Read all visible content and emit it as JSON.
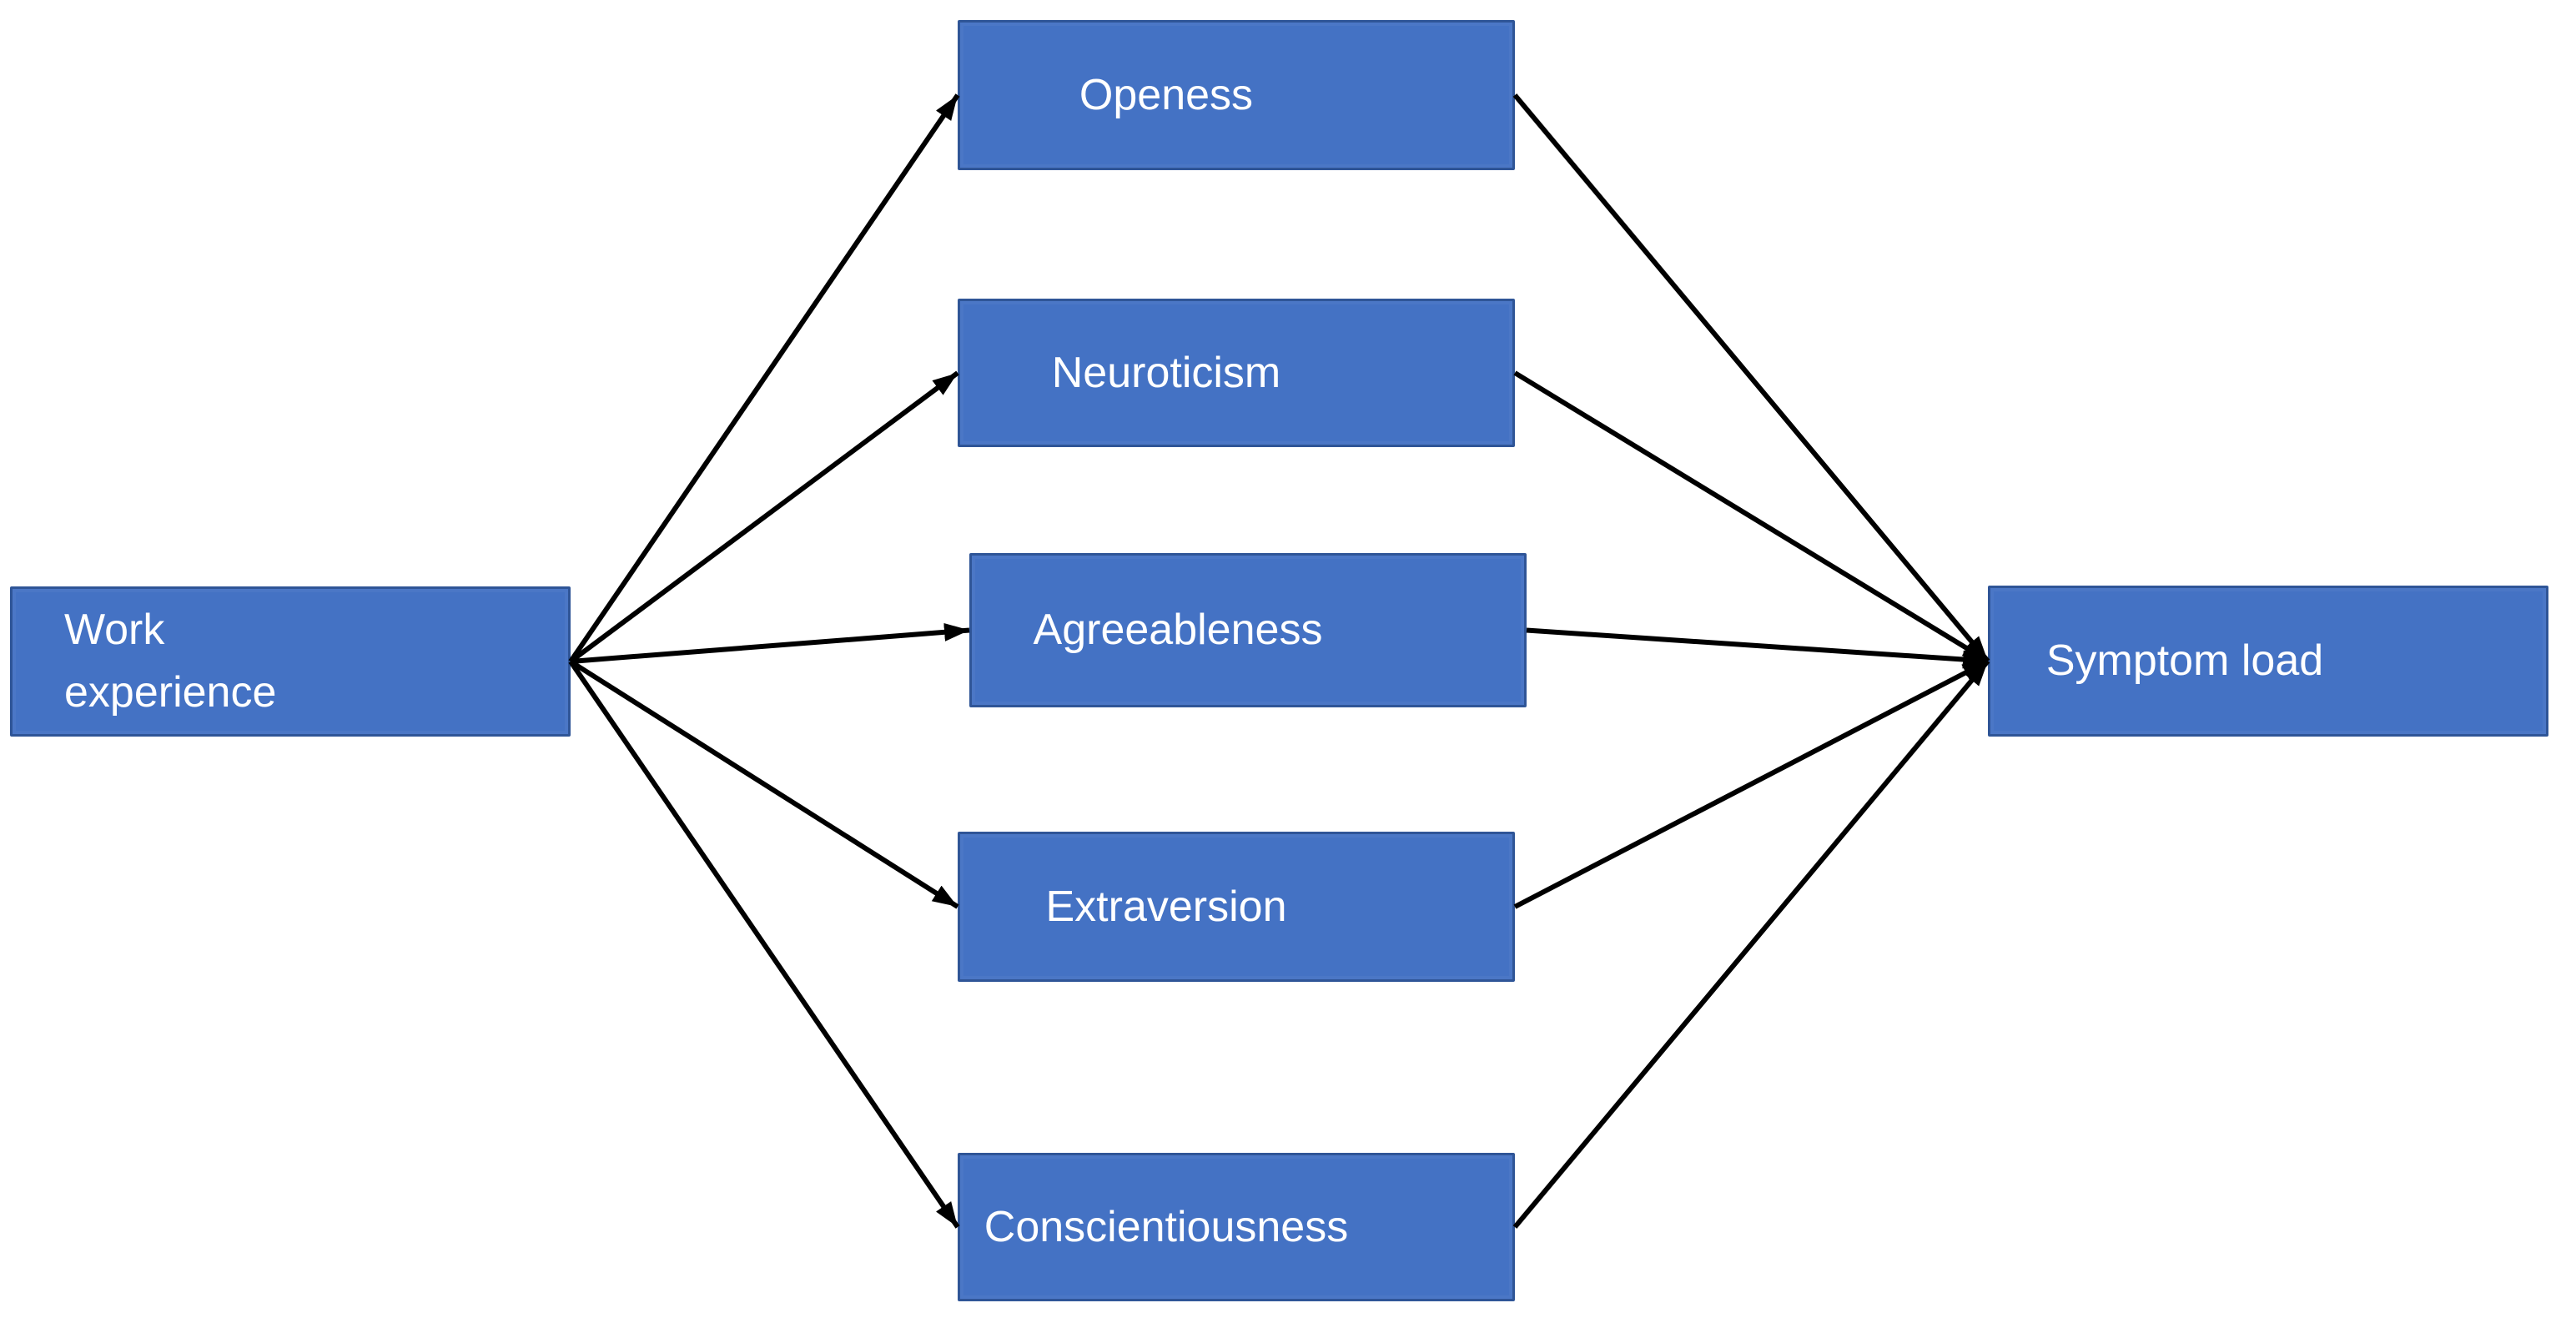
{
  "diagram": {
    "type": "path-model",
    "colors": {
      "background": "#ffffff",
      "node_fill": "#4472c4",
      "node_border": "#2f5597",
      "node_text": "#ffffff",
      "arrow": "#000000"
    },
    "nodes": [
      {
        "id": "work-experience",
        "label": "Work\nexperience"
      },
      {
        "id": "openness",
        "label": "Openess"
      },
      {
        "id": "neuroticism",
        "label": "Neuroticism"
      },
      {
        "id": "agreeableness",
        "label": "Agreeableness"
      },
      {
        "id": "extraversion",
        "label": "Extraversion"
      },
      {
        "id": "conscientiousness",
        "label": "Conscientiousness"
      },
      {
        "id": "symptom-load",
        "label": "Symptom load"
      }
    ],
    "edges": [
      {
        "from": "work-experience",
        "to": "openness"
      },
      {
        "from": "work-experience",
        "to": "neuroticism"
      },
      {
        "from": "work-experience",
        "to": "agreeableness"
      },
      {
        "from": "work-experience",
        "to": "extraversion"
      },
      {
        "from": "work-experience",
        "to": "conscientiousness"
      },
      {
        "from": "openness",
        "to": "symptom-load"
      },
      {
        "from": "neuroticism",
        "to": "symptom-load"
      },
      {
        "from": "agreeableness",
        "to": "symptom-load"
      },
      {
        "from": "extraversion",
        "to": "symptom-load"
      },
      {
        "from": "conscientiousness",
        "to": "symptom-load"
      }
    ]
  }
}
